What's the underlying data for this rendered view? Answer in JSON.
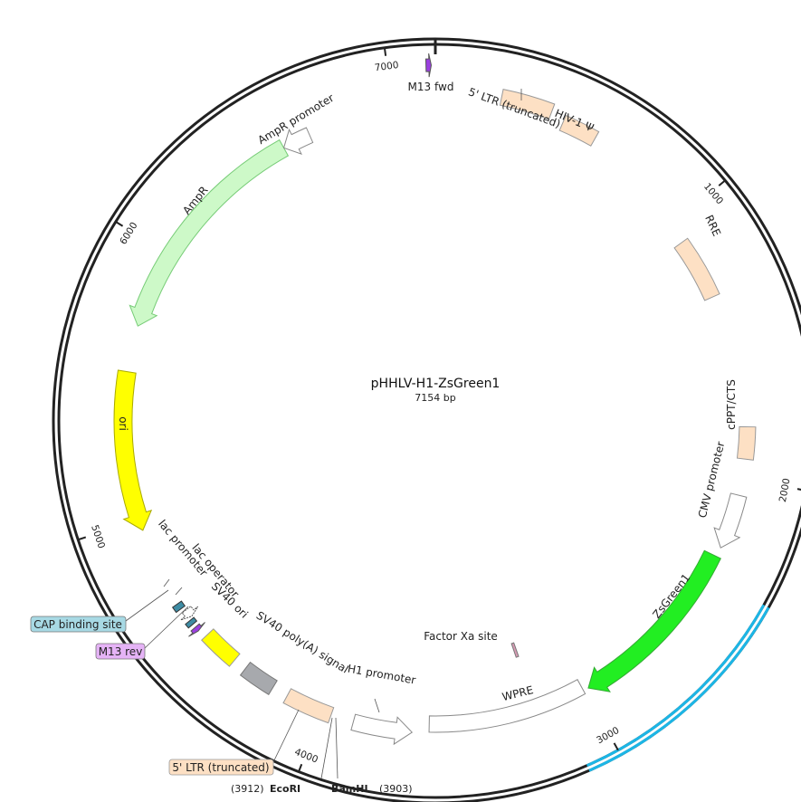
{
  "plasmid": {
    "name": "pHHLV-H1-ZsGreen1",
    "length_label": "7154 bp",
    "length_bp": 7154
  },
  "colors": {
    "backbone": "#222222",
    "ltr": "#fde0c4",
    "amp": "#cdf9c8",
    "ori": "#ffff00",
    "zsgreen": "#22ee22",
    "promoter": "#ffffff",
    "cap": "#3e8ca4",
    "m13": "#9b3fe0",
    "sv40_polya": "#a7a9ad",
    "factor_xa": "#d79ab3",
    "selection": "#1cb6e6"
  },
  "ticks": [
    {
      "pos": 1000,
      "label": "1000"
    },
    {
      "pos": 2000,
      "label": "2000"
    },
    {
      "pos": 3000,
      "label": "3000"
    },
    {
      "pos": 4000,
      "label": "4000"
    },
    {
      "pos": 5000,
      "label": "5000"
    },
    {
      "pos": 6000,
      "label": "6000"
    },
    {
      "pos": 7000,
      "label": "7000"
    }
  ],
  "features": [
    {
      "id": "ltr5",
      "label": "5' LTR (truncated)",
      "start": 230,
      "end": 410,
      "color_key": "ltr"
    },
    {
      "id": "hiv",
      "label": "HIV-1 Ψ",
      "start": 460,
      "end": 586,
      "color_key": "ltr"
    },
    {
      "id": "rre",
      "label": "RRE",
      "start": 1075,
      "end": 1310,
      "color_key": "ltr"
    },
    {
      "id": "cppt",
      "label": "cPPT/CTS",
      "start": 1810,
      "end": 1928,
      "color_key": "ltr"
    },
    {
      "id": "cmv",
      "label": "CMV promoter",
      "start": 2062,
      "end": 2265,
      "color_key": "promoter"
    },
    {
      "id": "zsgreen",
      "label": "ZsGreen1",
      "start": 2300,
      "end": 2985,
      "color_key": "zsgreen"
    },
    {
      "id": "wpre",
      "label": "WPRE",
      "start": 3005,
      "end": 3600,
      "color_key": "promoter"
    },
    {
      "id": "factorxa",
      "label": "Factor Xa site",
      "start": 3190,
      "end": 3202,
      "color_key": "factor_xa"
    },
    {
      "id": "h1",
      "label": "H1 promoter",
      "start": 3662,
      "end": 3880,
      "color_key": "promoter"
    },
    {
      "id": "ltr3",
      "label": "5' LTR (truncated)",
      "start": 3965,
      "end": 4140,
      "color_key": "ltr"
    },
    {
      "id": "sv40pa",
      "label": "SV40 poly(A) signal",
      "start": 4200,
      "end": 4322,
      "color_key": "sv40_polya"
    },
    {
      "id": "sv40ori",
      "label": "SV40 ori",
      "start": 4372,
      "end": 4508,
      "color_key": "ori"
    },
    {
      "id": "m13rev",
      "label": "M13 rev",
      "start": 4540,
      "end": 4557,
      "color_key": "m13"
    },
    {
      "id": "lacop",
      "label": "lac operator",
      "start": 4571,
      "end": 4588,
      "color_key": "cap"
    },
    {
      "id": "lacpro",
      "label": "lac promoter",
      "start": 4596,
      "end": 4627,
      "color_key": "promoter"
    },
    {
      "id": "cap",
      "label": "CAP binding site",
      "start": 4641,
      "end": 4663,
      "color_key": "cap"
    },
    {
      "id": "ori",
      "label": "ori",
      "start": 4958,
      "end": 5546,
      "color_key": "ori"
    },
    {
      "id": "ampr",
      "label": "AmpR",
      "start": 5717,
      "end": 6577,
      "color_key": "amp"
    },
    {
      "id": "amppro",
      "label": "AmpR promoter",
      "start": 6577,
      "end": 6682,
      "color_key": "promoter"
    },
    {
      "id": "m13fwd",
      "label": "M13 fwd",
      "start": 7124,
      "end": 7141,
      "color_key": "m13"
    }
  ],
  "sites": {
    "ecori": {
      "name": "EcoRI",
      "pos_label": "(3912)",
      "pos": 3912
    },
    "bamhi": {
      "name": "BamHI",
      "pos_label": "(3903)",
      "pos": 3903
    }
  },
  "callouts": {
    "cap": "CAP binding site",
    "m13rev": "M13 rev",
    "ltr3": "5' LTR (truncated)"
  },
  "selection": {
    "start": 2370,
    "end": 3105
  }
}
